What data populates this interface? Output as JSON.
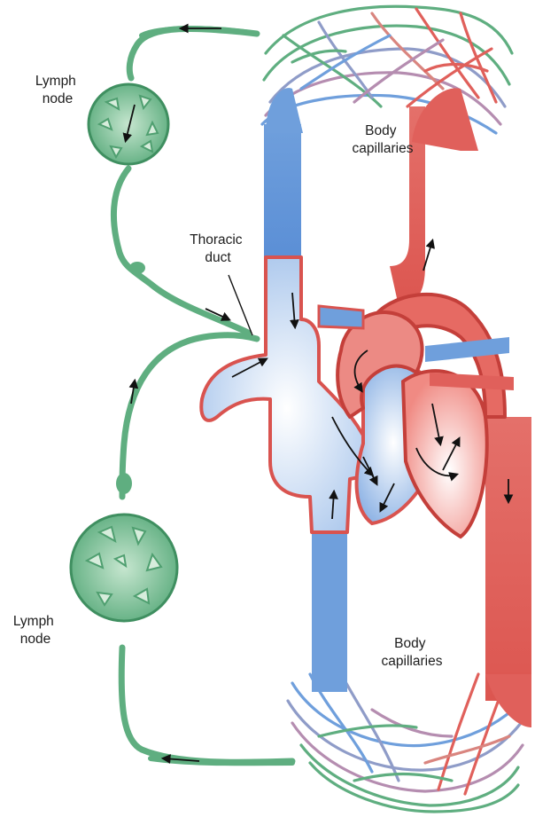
{
  "labels": {
    "lymph_node_top": [
      "Lymph",
      "node"
    ],
    "lymph_node_bottom": [
      "Lymph",
      "node"
    ],
    "body_capillaries_top": [
      "Body",
      "capillaries"
    ],
    "body_capillaries_bottom": [
      "Body",
      "capillaries"
    ],
    "thoracic_duct": [
      "Thoracic",
      "duct"
    ]
  },
  "colors": {
    "lymph": "#5fae80",
    "lymph_dark": "#2f7a50",
    "lymph_light": "#bfe2c9",
    "vein": "#6f9fdc",
    "vein_light": "#cfe0f5",
    "artery": "#e0605b",
    "artery_dark": "#c43f3a",
    "artery_light": "#f6c3bd",
    "mixed": "#a58db8",
    "arrow": "#111111"
  }
}
